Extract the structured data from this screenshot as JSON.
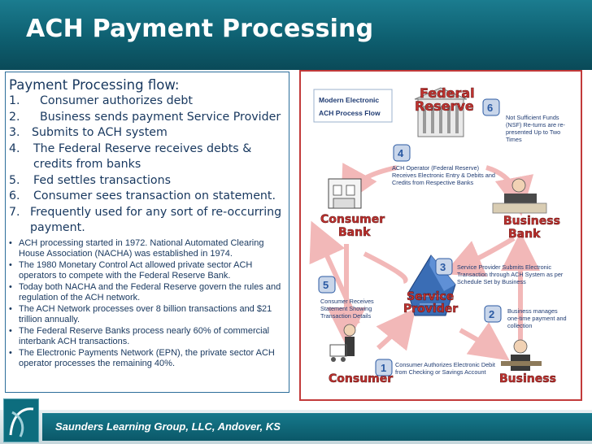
{
  "slide": {
    "title": "ACH Payment Processing",
    "footer": "Saunders Learning Group, LLC, Andover, KS"
  },
  "flow": {
    "heading": "Payment Processing flow:",
    "steps": [
      {
        "num": "1.",
        "text": "Consumer authorizes debt"
      },
      {
        "num": "2.",
        "text": "Business sends payment Service Provider"
      },
      {
        "num": "3.",
        "text": "Submits to ACH system"
      },
      {
        "num": "4.",
        "text": "The Federal Reserve receives debts  & credits from banks"
      },
      {
        "num": "5.",
        "text": "Fed settles transactions"
      },
      {
        "num": "6.",
        "text": "Consumer sees transaction on statement."
      },
      {
        "num": "7.",
        "text": "Frequently used for any sort of re-occurring payment."
      }
    ],
    "bullets": [
      "ACH processing started in 1972. National Automated Clearing House Association (NACHA)  was established in 1974.",
      "The 1980 Monetary Control Act allowed private sector ACH operators to compete with the Federal Reserve Bank.",
      "Today both NACHA and the Federal Reserve govern the rules and regulation of the ACH network.",
      "The ACH Network processes over 8 billion transactions and $21 trillion annually.",
      "The Federal Reserve Banks process nearly 60% of commercial interbank ACH transactions.",
      "The Electronic Payments Network (EPN), the private sector ACH operator processes the remaining 40%."
    ]
  },
  "diagram": {
    "caption_line1": "Modern Electronic",
    "caption_line2": "ACH Process Flow",
    "federal_line1": "Federal",
    "federal_line2": "Reserve",
    "consumer_bank_line1": "Consumer",
    "consumer_bank_line2": "Bank",
    "business_bank_line1": "Business",
    "business_bank_line2": "Bank",
    "service_line1": "Service",
    "service_line2": "Provider",
    "consumer": "Consumer",
    "business": "Business",
    "step_numbers": [
      "1",
      "2",
      "3",
      "4",
      "5",
      "6"
    ],
    "note_6": "Not Sufficient Funds (NSF) Re-turns are re-presented Up to Two Times",
    "note_4": "ACH Operator (Federal Reserve) Receives Electronic Entry & Debits and Credits from Respective Banks",
    "note_3": "Service Provider Submits Electronic Transaction through ACH System as per Schedule Set by Business",
    "note_5": "Consumer Receives Statement Showing Transaction Details",
    "note_2": "Business manages one-time payment and collection",
    "note_1": "Consumer Authorizes Electronic Debit from Checking or Savings Account"
  },
  "colors": {
    "title_bar": "#0e5f70",
    "text_blue": "#17375e",
    "diagram_border": "#c23a3a",
    "label_red": "#c0322f",
    "arrow_pink": "#f2b8b8",
    "badge_blue": "#2b5aa3"
  }
}
